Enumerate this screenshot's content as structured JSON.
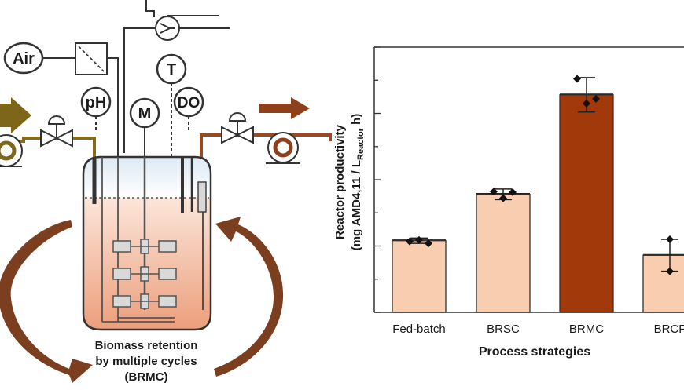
{
  "diagram": {
    "labels": {
      "air": "Air",
      "ph": "pH",
      "motor": "M",
      "temperature": "T",
      "dissolved_oxygen": "DO"
    },
    "caption": [
      "Biomass retention",
      "by multiple cycles",
      "(BRMC)"
    ],
    "colors": {
      "feed_line": "#8a6a1e",
      "harvest_line": "#9a4a22",
      "cycle_arrow": "#7b3e1f",
      "liquid_top": "#fbe6da",
      "liquid_bottom": "#ec9e7b"
    }
  },
  "chart_data": {
    "type": "bar",
    "categories": [
      "Fed-batch",
      "BRSC",
      "BRMC",
      "BRCF"
    ],
    "values": [
      1.08,
      1.78,
      3.28,
      0.86
    ],
    "errors": [
      0.04,
      0.08,
      0.26,
      0.24
    ],
    "points": [
      [
        1.07,
        1.09,
        1.04
      ],
      [
        1.82,
        1.72,
        1.81
      ],
      [
        3.52,
        3.15,
        3.22
      ],
      [
        1.1,
        0.62
      ]
    ],
    "bar_colors": [
      "#f9cdb0",
      "#f9cdb0",
      "#a1390b",
      "#f9cdb0"
    ],
    "ylim": [
      0,
      4
    ],
    "xlabel": "Process strategies",
    "ylabel_line1": "Reactor productivity",
    "ylabel_line2": "(mg AMD4,11 / L",
    "ylabel_sub": "Reactor",
    "ylabel_end": " h)"
  }
}
